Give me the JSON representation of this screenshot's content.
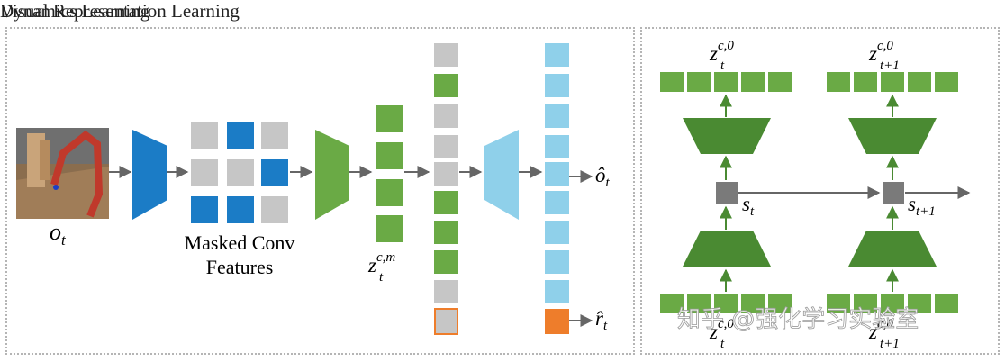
{
  "titles": {
    "left": "Visual Representation Learning",
    "right": "Dynamics Learning"
  },
  "labels": {
    "observation": "o",
    "observation_sub": "t",
    "masked_line1": "Masked Conv",
    "masked_line2": "Features",
    "z_base": "z",
    "z_masked_sup": "c,m",
    "z_sub_t": "t",
    "o_hat": "ô",
    "r_hat": "r̂",
    "out_sub": "t",
    "z_top_left_sup": "c,0",
    "z_top_left_sub": "t",
    "z_top_right_sup": "c,0",
    "z_top_right_sub": "t+1",
    "z_bot_left_sup": "c,0",
    "z_bot_left_sub": "t",
    "z_bot_right_sup": "c,0",
    "z_bot_right_sub": "t+1",
    "s_base": "s",
    "s_left_sub": "t",
    "s_right_sub": "t+1"
  },
  "watermark": "知乎 @强化学习实验室",
  "colors": {
    "encoder_blue": "#1b7cc6",
    "green": "#6aaa45",
    "dark_green": "#4a8a32",
    "light_blue": "#8fd0ea",
    "gray": "#c6c6c6",
    "dark_gray": "#7a7a7a",
    "orange": "#ee7d2b",
    "arrow": "#666666"
  }
}
